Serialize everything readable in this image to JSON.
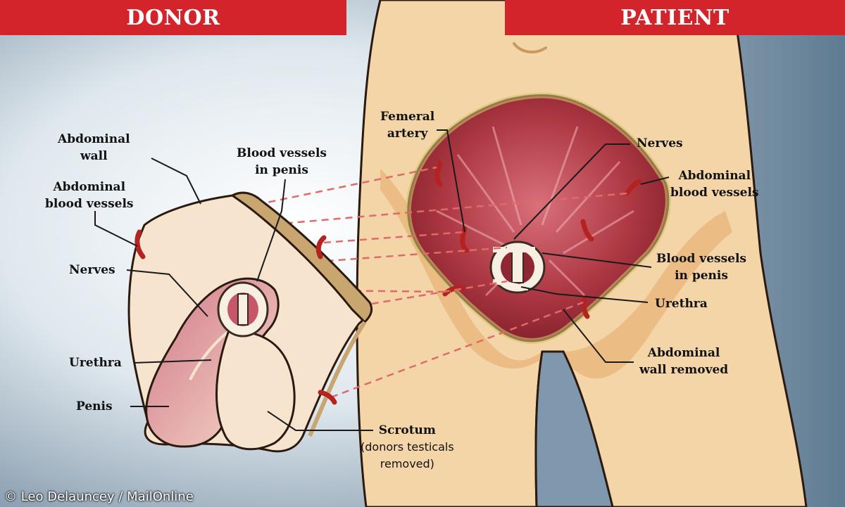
{
  "headers": {
    "donor": "DONOR",
    "patient": "PATIENT"
  },
  "donor_labels": {
    "abdominal_wall": [
      "Abdominal",
      "wall"
    ],
    "abdominal_blood_vessels": [
      "Abdominal",
      "blood vessels"
    ],
    "nerves": "Nerves",
    "urethra": "Urethra",
    "penis": "Penis",
    "blood_vessels_in_penis": [
      "Blood vessels",
      "in penis"
    ],
    "scrotum": "Scrotum",
    "scrotum_note": [
      "(donors testicals",
      "removed)"
    ]
  },
  "patient_labels": {
    "femeral_artery": [
      "Femeral",
      "artery"
    ],
    "nerves": "Nerves",
    "abdominal_blood_vessels": [
      "Abdominal",
      "blood vessels"
    ],
    "blood_vessels_in_penis": [
      "Blood vessels",
      "in penis"
    ],
    "urethra": "Urethra",
    "abdominal_wall_removed": [
      "Abdominal",
      "wall removed"
    ]
  },
  "credit": "© Leo Delauncey / MailOnline",
  "colors": {
    "banner": "#d3242c",
    "skin": "#f4d5a8",
    "skin_dark": "#e8b77c",
    "muscle": "#a8323c",
    "muscle_light": "#c9545d",
    "vessel": "#b4231f",
    "dashed_line": "#e06a6a",
    "tissue": "#f6e4cf"
  }
}
